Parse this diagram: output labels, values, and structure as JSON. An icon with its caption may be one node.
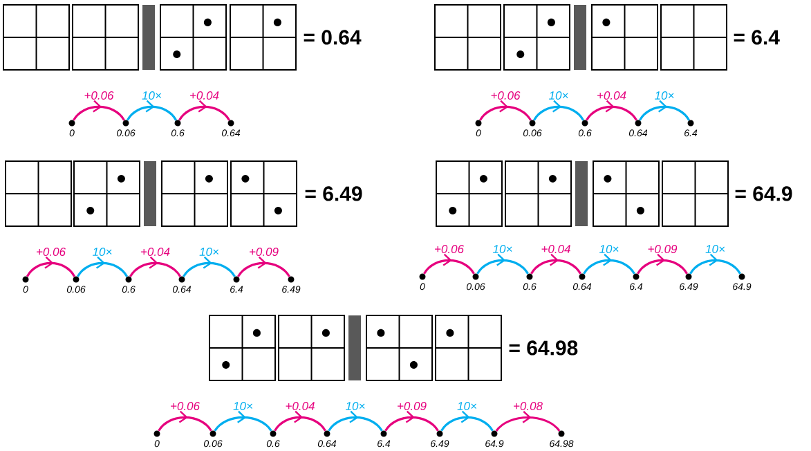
{
  "diagram": {
    "nodes": [
      {
        "text": [
          "0"
        ]
      },
      {
        "text": [
          "0.06"
        ]
      },
      {
        "text": [
          "0.6"
        ]
      },
      {
        "text": [
          "0.64"
        ]
      },
      {
        "text": [
          "0"
        ]
      },
      {
        "text": [
          "0.06"
        ]
      },
      {
        "text": [
          "0.6"
        ]
      },
      {
        "text": [
          "0.64"
        ]
      },
      {
        "text": [
          "6.4"
        ]
      },
      {
        "text": [
          "0"
        ]
      },
      {
        "text": [
          "0.06"
        ]
      },
      {
        "text": [
          "0.6"
        ]
      },
      {
        "text": [
          "0.64"
        ]
      },
      {
        "text": [
          "6.4"
        ]
      },
      {
        "text": [
          "6.49"
        ]
      },
      {
        "text": [
          "0"
        ]
      },
      {
        "text": [
          "0.06"
        ]
      },
      {
        "text": [
          "0.6"
        ]
      },
      {
        "text": [
          "0.64"
        ]
      },
      {
        "text": [
          "6.4"
        ]
      },
      {
        "text": [
          "6.49"
        ]
      },
      {
        "text": [
          "64.9"
        ]
      },
      {
        "text": [
          "0"
        ]
      },
      {
        "text": [
          "0.06"
        ]
      },
      {
        "text": [
          "0.6"
        ]
      },
      {
        "text": [
          "0.64"
        ]
      },
      {
        "text": [
          "6.4"
        ]
      },
      {
        "text": [
          "6.49"
        ]
      },
      {
        "text": [
          "64.9"
        ]
      },
      {
        "text": [
          "64.98"
        ]
      }
    ],
    "edges": [
      {
        "from": 0,
        "to": 1,
        "arrow": "to",
        "label": "+0.06",
        "color": "#e6007e"
      },
      {
        "from": 1,
        "to": 2,
        "arrow": "to",
        "label": "10×",
        "color": "#00aeef"
      },
      {
        "from": 2,
        "to": 3,
        "arrow": "to",
        "label": "+0.04",
        "color": "#e6007e"
      },
      {
        "from": 4,
        "to": 5,
        "arrow": "to",
        "label": "+0.06",
        "color": "#e6007e"
      },
      {
        "from": 5,
        "to": 6,
        "arrow": "to",
        "label": "10×",
        "color": "#00aeef"
      },
      {
        "from": 6,
        "to": 7,
        "arrow": "to",
        "label": "+0.04",
        "color": "#e6007e"
      },
      {
        "from": 7,
        "to": 8,
        "arrow": "to",
        "label": "10×",
        "color": "#00aeef"
      },
      {
        "from": 9,
        "to": 10,
        "arrow": "to",
        "label": "+0.06",
        "color": "#e6007e"
      },
      {
        "from": 10,
        "to": 11,
        "arrow": "to",
        "label": "10×",
        "color": "#00aeef"
      },
      {
        "from": 11,
        "to": 12,
        "arrow": "to",
        "label": "+0.04",
        "color": "#e6007e"
      },
      {
        "from": 12,
        "to": 13,
        "arrow": "to",
        "label": "10×",
        "color": "#00aeef"
      },
      {
        "from": 13,
        "to": 14,
        "arrow": "to",
        "label": "+0.09",
        "color": "#e6007e"
      },
      {
        "from": 15,
        "to": 16,
        "arrow": "to",
        "label": "+0.06",
        "color": "#e6007e"
      },
      {
        "from": 16,
        "to": 17,
        "arrow": "to",
        "label": "10×",
        "color": "#00aeef"
      },
      {
        "from": 17,
        "to": 18,
        "arrow": "to",
        "label": "+0.04",
        "color": "#e6007e"
      },
      {
        "from": 18,
        "to": 19,
        "arrow": "to",
        "label": "10×",
        "color": "#00aeef"
      },
      {
        "from": 19,
        "to": 20,
        "arrow": "to",
        "label": "+0.09",
        "color": "#e6007e"
      },
      {
        "from": 20,
        "to": 21,
        "arrow": "to",
        "label": "10×",
        "color": "#00aeef"
      },
      {
        "from": 22,
        "to": 23,
        "arrow": "to",
        "label": "+0.06",
        "color": "#e6007e"
      },
      {
        "from": 23,
        "to": 24,
        "arrow": "to",
        "label": "10×",
        "color": "#00aeef"
      },
      {
        "from": 24,
        "to": 25,
        "arrow": "to",
        "label": "+0.04",
        "color": "#e6007e"
      },
      {
        "from": 25,
        "to": 26,
        "arrow": "to",
        "label": "10×",
        "color": "#00aeef"
      },
      {
        "from": 26,
        "to": 27,
        "arrow": "to",
        "label": "+0.09",
        "color": "#e6007e"
      },
      {
        "from": 27,
        "to": 28,
        "arrow": "to",
        "label": "10×",
        "color": "#00aeef"
      },
      {
        "from": 28,
        "to": 29,
        "arrow": "to",
        "label": "+0.08",
        "color": "#e6007e"
      }
    ],
    "labels": [
      "= 0.64",
      "= 6.4",
      "= 6.49",
      "= 64.9",
      "= 64.98"
    ]
  }
}
